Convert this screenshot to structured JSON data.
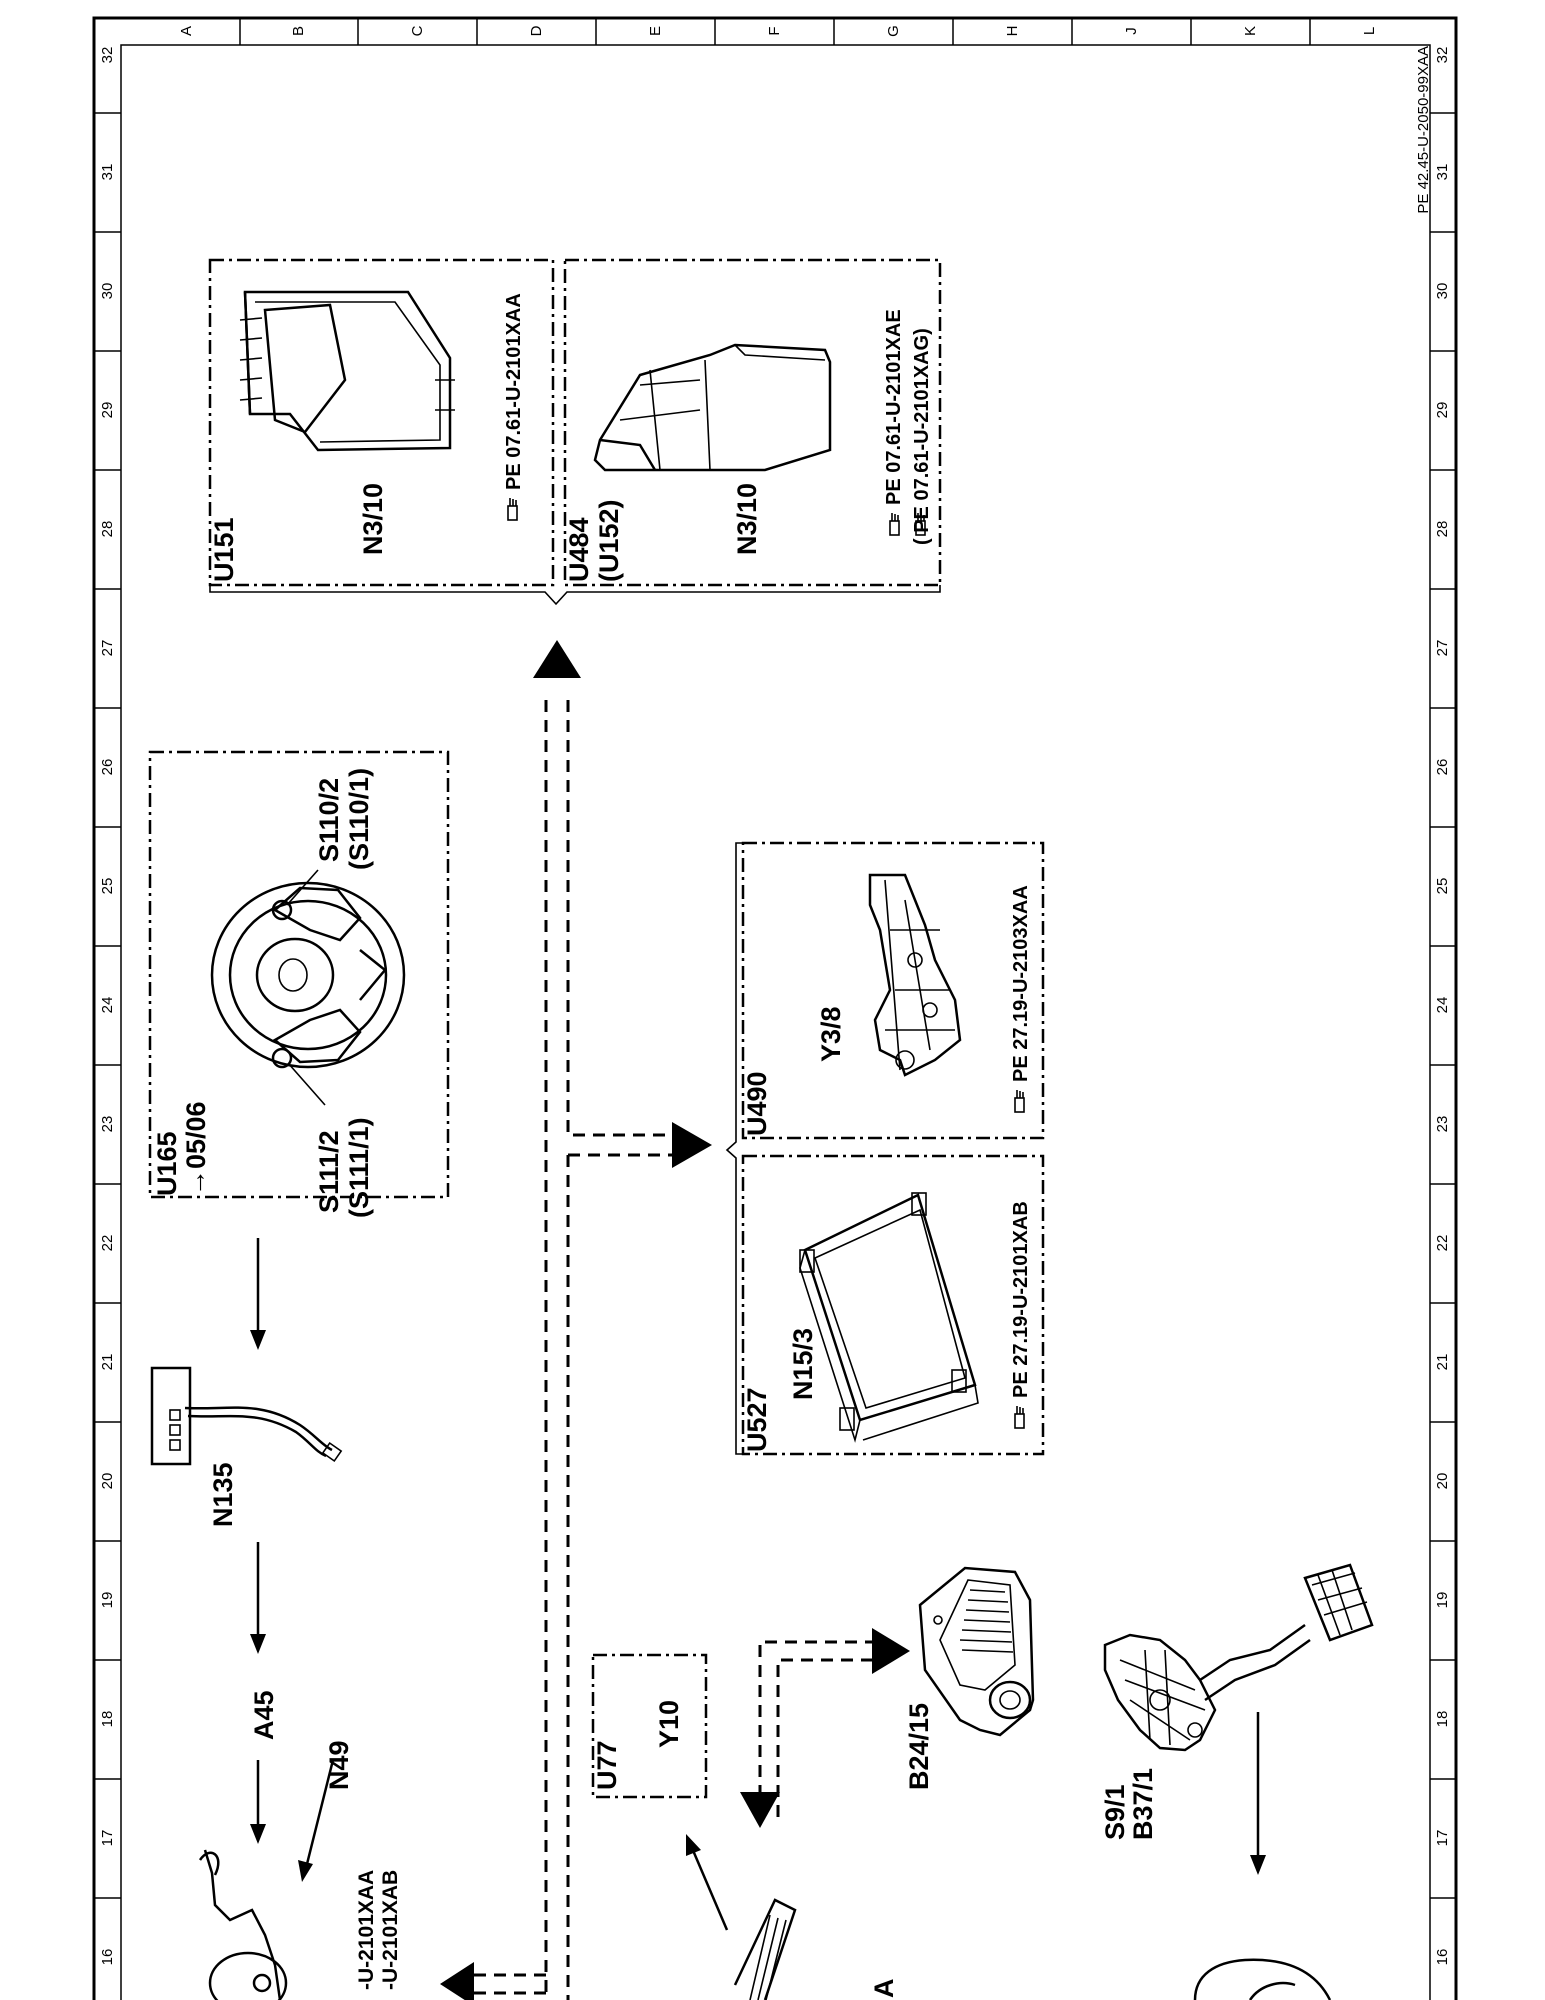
{
  "doc_ref": "PE 42.45-U-2050-99XAA",
  "grid": {
    "columns": [
      "A",
      "B",
      "C",
      "D",
      "E",
      "F",
      "G",
      "H",
      "J",
      "K",
      "L"
    ],
    "rows": [
      "32",
      "31",
      "30",
      "29",
      "28",
      "27",
      "26",
      "25",
      "24",
      "23",
      "22",
      "21",
      "20",
      "19",
      "18",
      "17",
      "16"
    ]
  },
  "groups": {
    "u151": {
      "code": "U151",
      "component": "N3/10",
      "ref": "PE 07.61-U-2101XAA"
    },
    "u484": {
      "code": "U484",
      "alt_code": "(U152)",
      "component": "N3/10",
      "ref1": "PE 07.61-U-2101XAE",
      "ref2": "(   PE 07.61-U-2101XAG)"
    },
    "u165": {
      "code": "U165",
      "validity": "→05/06",
      "s1": "S110/2",
      "s1_alt": "(S110/1)",
      "s2": "S111/2",
      "s2_alt": "(S111/1)"
    },
    "u490": {
      "code": "U490",
      "component": "Y3/8",
      "ref": "PE 27.19-U-2103XAA"
    },
    "u527": {
      "code": "U527",
      "component": "N15/3",
      "ref": "PE 27.19-U-2101XAB"
    },
    "u77": {
      "code": "U77",
      "component": "Y10"
    }
  },
  "labels": {
    "n135": "N135",
    "a45": "A45",
    "n49": "N49",
    "b24_15": "B24/15",
    "s9_1": "S9/1",
    "b37_1": "B37/1",
    "cut_ref1": "-U-2101XAA",
    "cut_ref2": "-U-2101XAB",
    "cut_a": "A"
  },
  "icons": [
    "pointing-hand-icon"
  ]
}
